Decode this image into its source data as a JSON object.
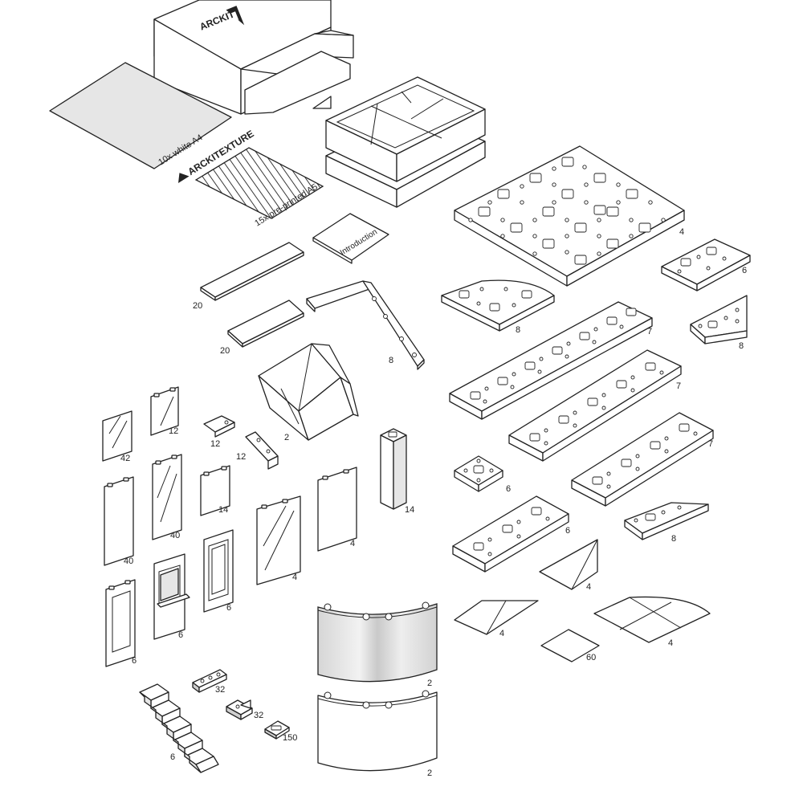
{
  "brand": {
    "box_logo": "ARCKIT",
    "architexture_logo": "ARCKITEXTURE"
  },
  "paper": {
    "white_label": "10x white A4",
    "preprinted_label": "15x pre-printed A5"
  },
  "booklet": {
    "title": "Introduction"
  },
  "parts": [
    {
      "id": "p01",
      "qty": "4"
    },
    {
      "id": "p02",
      "qty": "6"
    },
    {
      "id": "p03",
      "qty": "8"
    },
    {
      "id": "p04",
      "qty": "7"
    },
    {
      "id": "p05",
      "qty": "8"
    },
    {
      "id": "p06",
      "qty": "7"
    },
    {
      "id": "p07",
      "qty": "7"
    },
    {
      "id": "p08",
      "qty": "6"
    },
    {
      "id": "p09",
      "qty": "6"
    },
    {
      "id": "p10",
      "qty": "8"
    },
    {
      "id": "p11",
      "qty": "4"
    },
    {
      "id": "p12",
      "qty": "4"
    },
    {
      "id": "p13",
      "qty": "4"
    },
    {
      "id": "p14",
      "qty": "60"
    },
    {
      "id": "p15",
      "qty": "20"
    },
    {
      "id": "p16",
      "qty": "20"
    },
    {
      "id": "p17",
      "qty": "8"
    },
    {
      "id": "p18",
      "qty": "2"
    },
    {
      "id": "p19",
      "qty": "42"
    },
    {
      "id": "p20",
      "qty": "12"
    },
    {
      "id": "p21",
      "qty": "12"
    },
    {
      "id": "p22",
      "qty": "12"
    },
    {
      "id": "p23",
      "qty": "14"
    },
    {
      "id": "p24",
      "qty": "14"
    },
    {
      "id": "p25",
      "qty": "40"
    },
    {
      "id": "p26",
      "qty": "40"
    },
    {
      "id": "p27",
      "qty": "4"
    },
    {
      "id": "p28",
      "qty": "4"
    },
    {
      "id": "p29",
      "qty": "6"
    },
    {
      "id": "p30",
      "qty": "6"
    },
    {
      "id": "p31",
      "qty": "6"
    },
    {
      "id": "p32",
      "qty": "2"
    },
    {
      "id": "p33",
      "qty": "2"
    },
    {
      "id": "p34",
      "qty": "32"
    },
    {
      "id": "p35",
      "qty": "32"
    },
    {
      "id": "p36",
      "qty": "150"
    },
    {
      "id": "p37",
      "qty": "6"
    }
  ]
}
